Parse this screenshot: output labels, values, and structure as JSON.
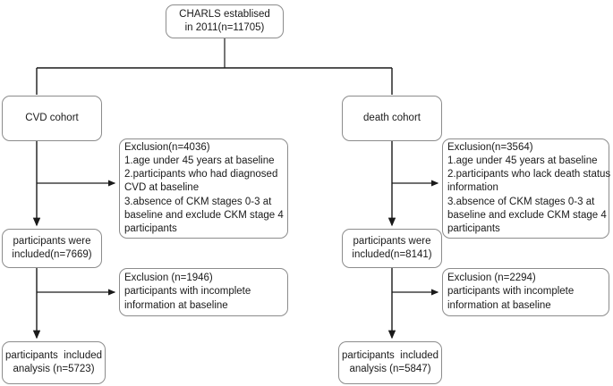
{
  "diagram": {
    "title": "CHARLS study participant flow chart",
    "line_color": "#8c8c8c",
    "edge_color": "#1a1a1a",
    "text_color": "#1a1a1a",
    "background": "#ffffff"
  },
  "nodes": {
    "source": {
      "line1": "CHARLS establised",
      "line2": "in 2011(n=11705)"
    },
    "cvd_cohort": {
      "line1": "CVD cohort"
    },
    "death_cohort": {
      "line1": "death cohort"
    },
    "cvd_exclusion_1": {
      "line1": "Exclusion(n=4036)",
      "line2": "1.age under 45 years at baseline",
      "line3": "2.participants who had diagnosed",
      "line4": "CVD at baseline",
      "line5": "3.absence of CKM stages 0-3 at",
      "line6": "baseline and exclude CKM stage 4",
      "line7": "participants"
    },
    "death_exclusion_1": {
      "line1": "Exclusion(n=3564)",
      "line2": "1.age under 45 years at baseline",
      "line3": "2.participants who lack death status",
      "line4": "information",
      "line5": "3.absence of CKM stages 0-3 at",
      "line6": "baseline and exclude CKM stage 4",
      "line7": "participants"
    },
    "cvd_included": {
      "line1": "participants were",
      "line2": "included(n=7669)"
    },
    "death_included": {
      "line1": "participants were",
      "line2": "included(n=8141)"
    },
    "cvd_exclusion_2": {
      "line1": "Exclusion (n=1946)",
      "line2": "participants with incomplete",
      "line3": "information at baseline"
    },
    "death_exclusion_2": {
      "line1": "Exclusion (n=2294)",
      "line2": "participants with incomplete",
      "line3": "information at baseline"
    },
    "cvd_analysis": {
      "line1": "participants  included",
      "line2": "analysis (n=5723)"
    },
    "death_analysis": {
      "line1": "participants  included",
      "line2": "analysis (n=5847)"
    }
  },
  "counts": {
    "charls_total": 11705,
    "cvd_exclusion_1": 4036,
    "death_exclusion_1": 3564,
    "cvd_included": 7669,
    "death_included": 8141,
    "cvd_exclusion_2": 1946,
    "death_exclusion_2": 2294,
    "cvd_analysis": 5723,
    "death_analysis": 5847
  }
}
